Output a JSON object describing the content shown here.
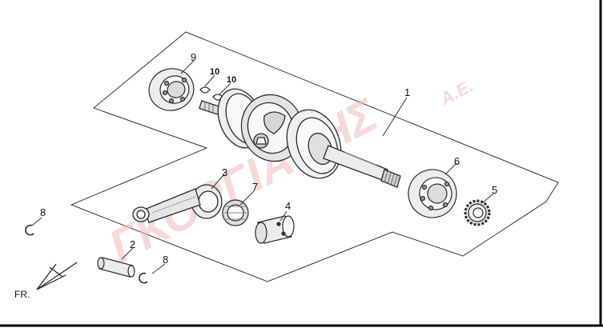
{
  "diagram": {
    "callouts": {
      "crankshaft": "1",
      "piston_pin": "2",
      "connecting_rod": "3",
      "pin_bushing": "4",
      "drive_gear": "5",
      "bearing_right": "6",
      "needle_bearing": "7",
      "circlip_left": "8",
      "circlip_bottom": "8",
      "bearing_left": "9",
      "key_a": "10",
      "key_b": "10"
    },
    "front_label": "FR.",
    "watermark": {
      "main": "ΓΚΟΡΓΙΑΝΗΣ",
      "suffix": "Α.Ε."
    }
  },
  "colors": {
    "line": "#2a2a2a",
    "part_fill": "#f2f2f2",
    "shade": "#cfcfcf",
    "watermark": "#f3b9b9",
    "frame": "#000000"
  }
}
